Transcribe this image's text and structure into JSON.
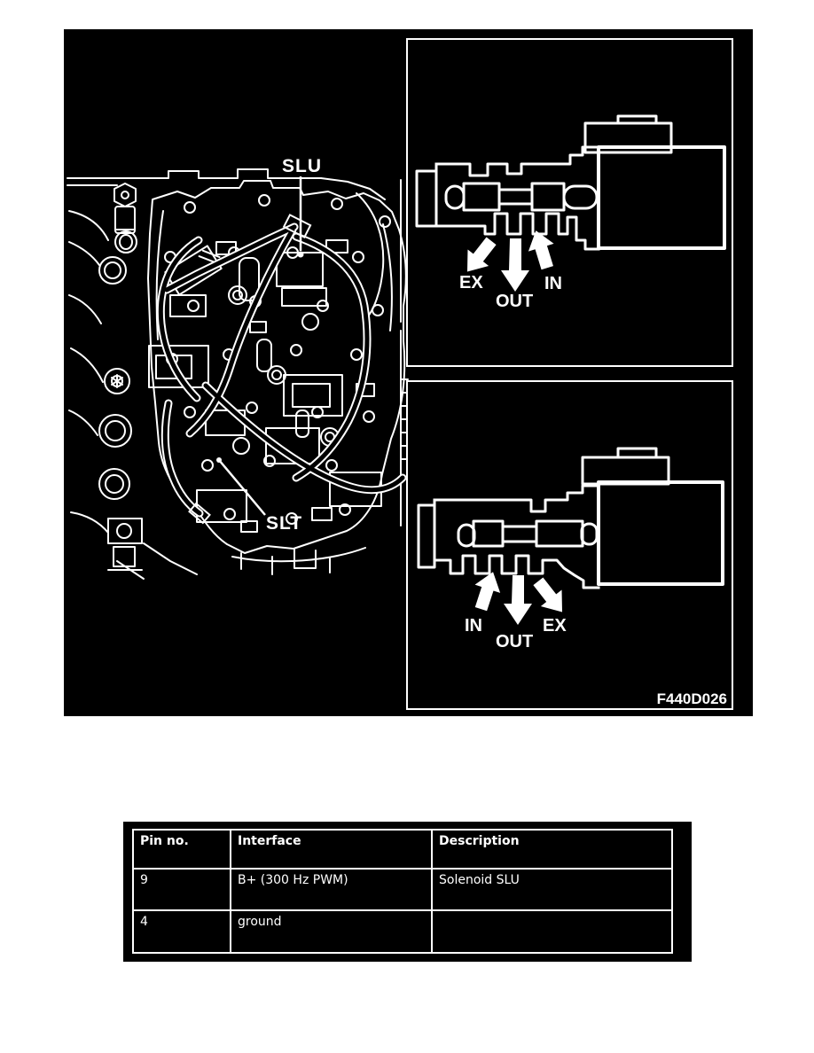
{
  "colors": {
    "page_bg": "#ffffff",
    "figure_bg": "#000000",
    "line": "#ffffff"
  },
  "figure": {
    "labels": {
      "slu": "SLU",
      "slt": "SLT"
    },
    "top_inset": {
      "ex": "EX",
      "out": "OUT",
      "in": "IN"
    },
    "bottom_inset": {
      "in": "IN",
      "out": "OUT",
      "ex": "EX"
    },
    "code": "F440D026"
  },
  "pin_table": {
    "headers": {
      "pin": "Pin no.",
      "interface": "Interface",
      "description": "Description"
    },
    "rows": [
      {
        "pin": "9",
        "interface": "B+ (300 Hz PWM)",
        "description": "Solenoid SLU"
      },
      {
        "pin": "4",
        "interface": "ground",
        "description": ""
      }
    ]
  }
}
